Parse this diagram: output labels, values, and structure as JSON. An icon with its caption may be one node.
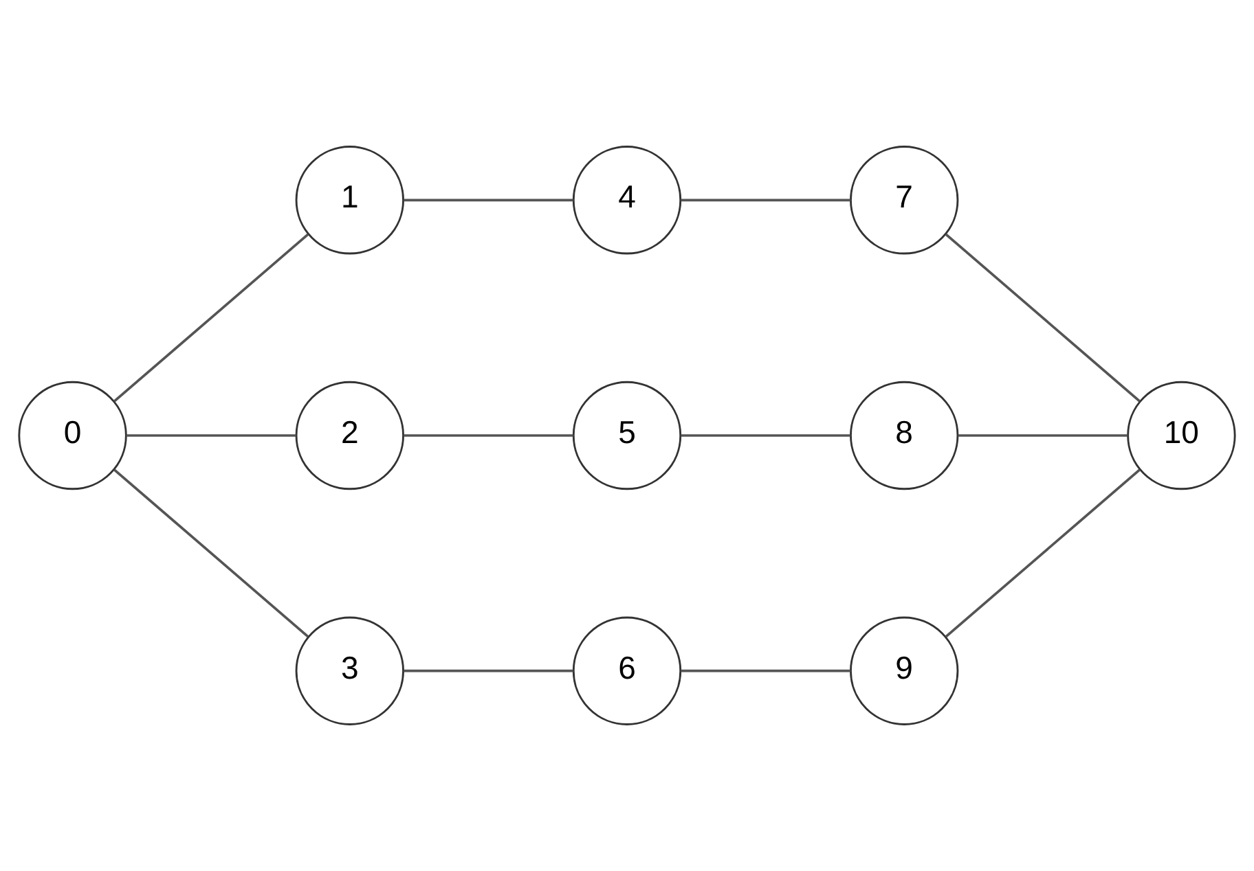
{
  "diagram": {
    "nodes": [
      {
        "text": [
          "0"
        ]
      },
      {
        "text": [
          "1"
        ]
      },
      {
        "text": [
          "2"
        ]
      },
      {
        "text": [
          "3"
        ]
      },
      {
        "text": [
          "4"
        ]
      },
      {
        "text": [
          "5"
        ]
      },
      {
        "text": [
          "6"
        ]
      },
      {
        "text": [
          "7"
        ]
      },
      {
        "text": [
          "8"
        ]
      },
      {
        "text": [
          "9"
        ]
      },
      {
        "text": [
          "10"
        ]
      }
    ],
    "edges": [
      {
        "from": 0,
        "to": 1,
        "arrow": "none"
      },
      {
        "from": 0,
        "to": 2,
        "arrow": "none"
      },
      {
        "from": 0,
        "to": 3,
        "arrow": "none"
      },
      {
        "from": 1,
        "to": 4,
        "arrow": "none"
      },
      {
        "from": 2,
        "to": 5,
        "arrow": "none"
      },
      {
        "from": 3,
        "to": 6,
        "arrow": "none"
      },
      {
        "from": 4,
        "to": 7,
        "arrow": "none"
      },
      {
        "from": 5,
        "to": 8,
        "arrow": "none"
      },
      {
        "from": 6,
        "to": 9,
        "arrow": "none"
      },
      {
        "from": 7,
        "to": 10,
        "arrow": "none"
      },
      {
        "from": 8,
        "to": 10,
        "arrow": "none"
      },
      {
        "from": 9,
        "to": 10,
        "arrow": "none"
      }
    ]
  }
}
